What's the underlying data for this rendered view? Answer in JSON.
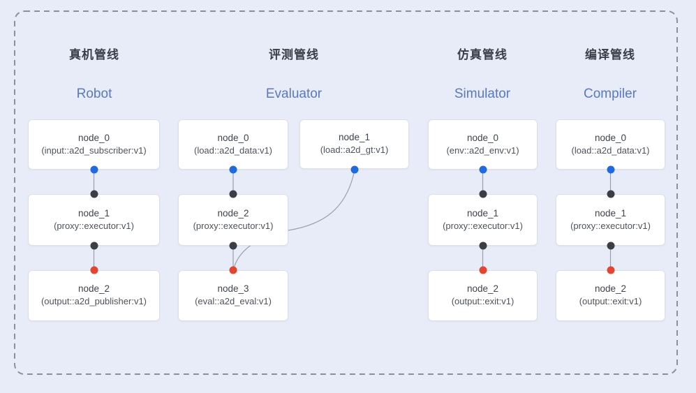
{
  "diagram_title": "pipeline-overview",
  "colors": {
    "background": "#e8ecf8",
    "dashed_border": "#8a919e",
    "connector_line": "#98a0ae",
    "blue_port": "#1e6ae3",
    "dark_port": "#3b3f45",
    "red_port": "#e8432c",
    "header_cn": "#3a3f47",
    "header_en": "#5878c5"
  },
  "pipelines": [
    {
      "title_cn": "真机管线",
      "title_en": "Robot",
      "nodes": [
        {
          "name": "node_0",
          "type": "(input::a2d_subscriber:v1)"
        },
        {
          "name": "node_1",
          "type": "(proxy::executor:v1)"
        },
        {
          "name": "node_2",
          "type": "(output::a2d_publisher:v1)"
        }
      ]
    },
    {
      "title_cn": "评测管线",
      "title_en": "Evaluator",
      "nodes": [
        {
          "name": "node_0",
          "type": "(load::a2d_data:v1)"
        },
        {
          "name": "node_1",
          "type": "(load::a2d_gt:v1)"
        },
        {
          "name": "node_2",
          "type": "(proxy::executor:v1)"
        },
        {
          "name": "node_3",
          "type": "(eval::a2d_eval:v1)"
        }
      ]
    },
    {
      "title_cn": "仿真管线",
      "title_en": "Simulator",
      "nodes": [
        {
          "name": "node_0",
          "type": "(env::a2d_env:v1)"
        },
        {
          "name": "node_1",
          "type": "(proxy::executor:v1)"
        },
        {
          "name": "node_2",
          "type": "(output::exit:v1)"
        }
      ]
    },
    {
      "title_cn": "编译管线",
      "title_en": "Compiler",
      "nodes": [
        {
          "name": "node_0",
          "type": "(load::a2d_data:v1)"
        },
        {
          "name": "node_1",
          "type": "(proxy::executor:v1)"
        },
        {
          "name": "node_2",
          "type": "(output::exit:v1)"
        }
      ]
    }
  ]
}
